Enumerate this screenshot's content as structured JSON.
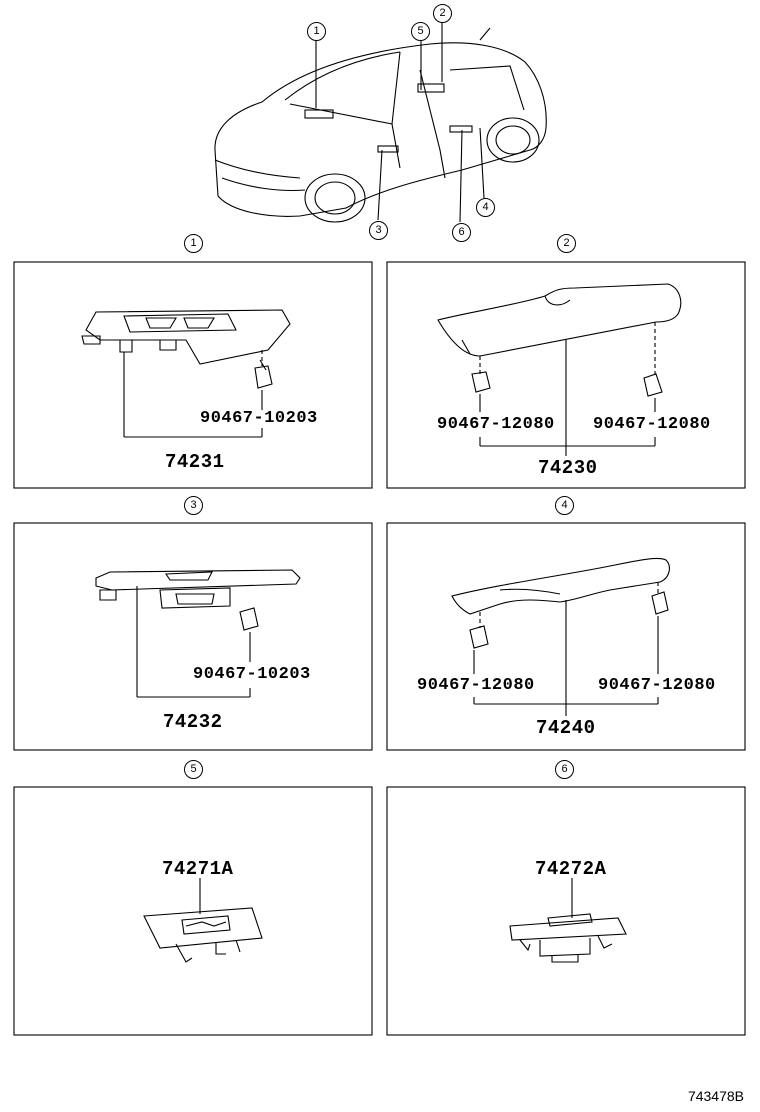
{
  "overview": {
    "callouts": [
      "1",
      "2",
      "3",
      "4",
      "5",
      "6"
    ]
  },
  "panels": [
    {
      "index": "1",
      "parts": [
        "90467-10203",
        "74231"
      ]
    },
    {
      "index": "2",
      "parts": [
        "90467-12080",
        "90467-12080",
        "74230"
      ]
    },
    {
      "index": "3",
      "parts": [
        "90467-10203",
        "74232"
      ]
    },
    {
      "index": "4",
      "parts": [
        "90467-12080",
        "90467-12080",
        "74240"
      ]
    },
    {
      "index": "5",
      "parts": [
        "74271A"
      ]
    },
    {
      "index": "6",
      "parts": [
        "74272A"
      ]
    }
  ],
  "reference_code": "743478B"
}
